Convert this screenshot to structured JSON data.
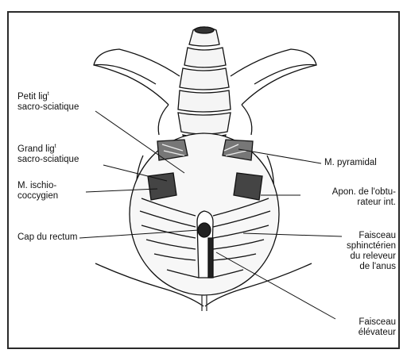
{
  "colors": {
    "ink": "#111111",
    "paper": "#ffffff",
    "muscle": "#555555"
  },
  "labels": {
    "petit_lig_line1": "Petit lig",
    "petit_lig_sup": "t",
    "petit_lig_line2": "sacro-sciatique",
    "grand_lig_line1": "Grand lig",
    "grand_lig_sup": "t",
    "grand_lig_line2": "sacro-sciatique",
    "ischio_line1": "M. ischio-",
    "ischio_line2": "coccygien",
    "cap_rectum": "Cap du rectum",
    "pyramidal": "M. pyramidal",
    "apon_line1": "Apon. de l'obtu-",
    "apon_line2": "rateur int.",
    "faisceau_s_line1": "Faisceau",
    "faisceau_s_line2": "sphinctérien",
    "faisceau_s_line3": "du releveur",
    "faisceau_s_line4": "de l'anus",
    "faisceau_e_line1": "Faisceau",
    "faisceau_e_line2": "élévateur"
  }
}
